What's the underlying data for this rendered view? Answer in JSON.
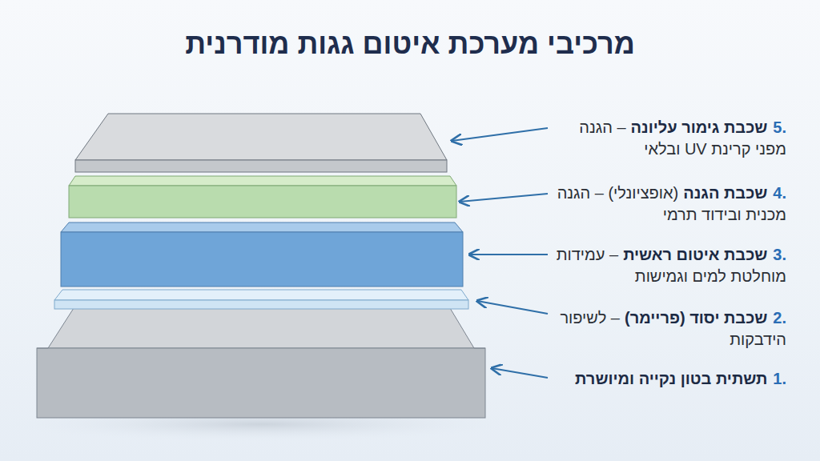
{
  "diagram": {
    "title": "מרכיבי מערכת איטום גגות מודרנית",
    "labels": [
      "5.",
      "שכבת גימור עליונה",
      "– הגנה מפני קרינת UV ובלאי",
      "4.",
      "שכבת הגנה",
      "(אופציונלי) – הגנה מכנית ובידוד תרמי",
      "3.",
      "שכבת איטום ראשית",
      "– עמידות מוחלטת למים וגמישות",
      "2.",
      "שכבת יסוד (פריימר)",
      "– לשיפור הידבקות",
      "1.",
      "תשתית בטון נקייה ומיושרת"
    ]
  }
}
